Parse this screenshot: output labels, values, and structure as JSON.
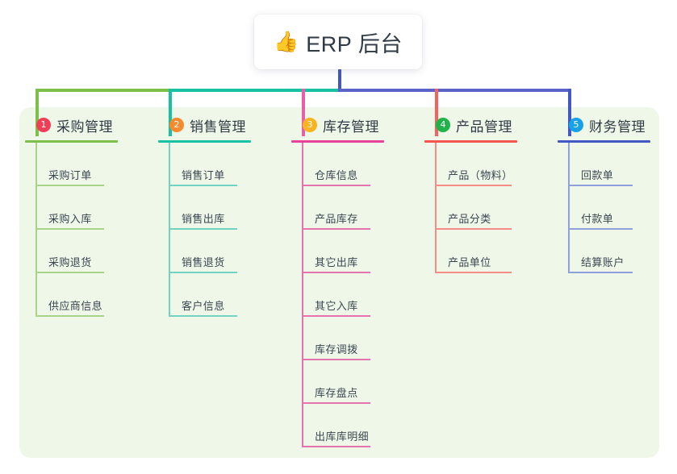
{
  "root": {
    "icon": "thumbs-up-icon",
    "icon_glyph": "👍",
    "title": "ERP 后台"
  },
  "panel": {
    "background_color": "#eff7e9"
  },
  "connectors": {
    "stem_color": "#4257c5",
    "segment_left_color": "#7cbf4b",
    "segment_mid_color": "#17c2a4",
    "segment_right_color": "#5c63c8",
    "drops": [
      "#7cbf4b",
      "#17c2a4",
      "#ea5fa8",
      "#f4615e",
      "#4258c4"
    ]
  },
  "columns": [
    {
      "index": "1",
      "title": "采购管理",
      "badge_color": "#ef3f56",
      "line_color": "#7cbf4b",
      "item_line_color": "#a8d48a",
      "rule_width": 115,
      "item_rule_width": 85,
      "items": [
        "采购订单",
        "采购入库",
        "采购退货",
        "供应商信息"
      ]
    },
    {
      "index": "2",
      "title": "销售管理",
      "badge_color": "#f58a2e",
      "line_color": "#17c2a4",
      "item_line_color": "#72d3c3",
      "rule_width": 115,
      "item_rule_width": 85,
      "items": [
        "销售订单",
        "销售出库",
        "销售退货",
        "客户信息"
      ]
    },
    {
      "index": "3",
      "title": "库存管理",
      "badge_color": "#f7b320",
      "line_color": "#e8439b",
      "item_line_color": "#e573ad",
      "rule_width": 115,
      "item_rule_width": 85,
      "items": [
        "仓库信息",
        "产品库存",
        "其它出库",
        "其它入库",
        "库存调拨",
        "库存盘点",
        "出库库明细"
      ]
    },
    {
      "index": "4",
      "title": "产品管理",
      "badge_color": "#21b24b",
      "line_color": "#f4554f",
      "item_line_color": "#f58d86",
      "rule_width": 115,
      "item_rule_width": 95,
      "items": [
        "产品（物料）",
        "产品分类",
        "产品单位"
      ]
    },
    {
      "index": "5",
      "title": "财务管理",
      "badge_color": "#17a2e8",
      "line_color": "#4258c4",
      "item_line_color": "#8fa0dd",
      "rule_width": 115,
      "item_rule_width": 80,
      "items": [
        "回款单",
        "付款单",
        "结算账户"
      ]
    }
  ]
}
